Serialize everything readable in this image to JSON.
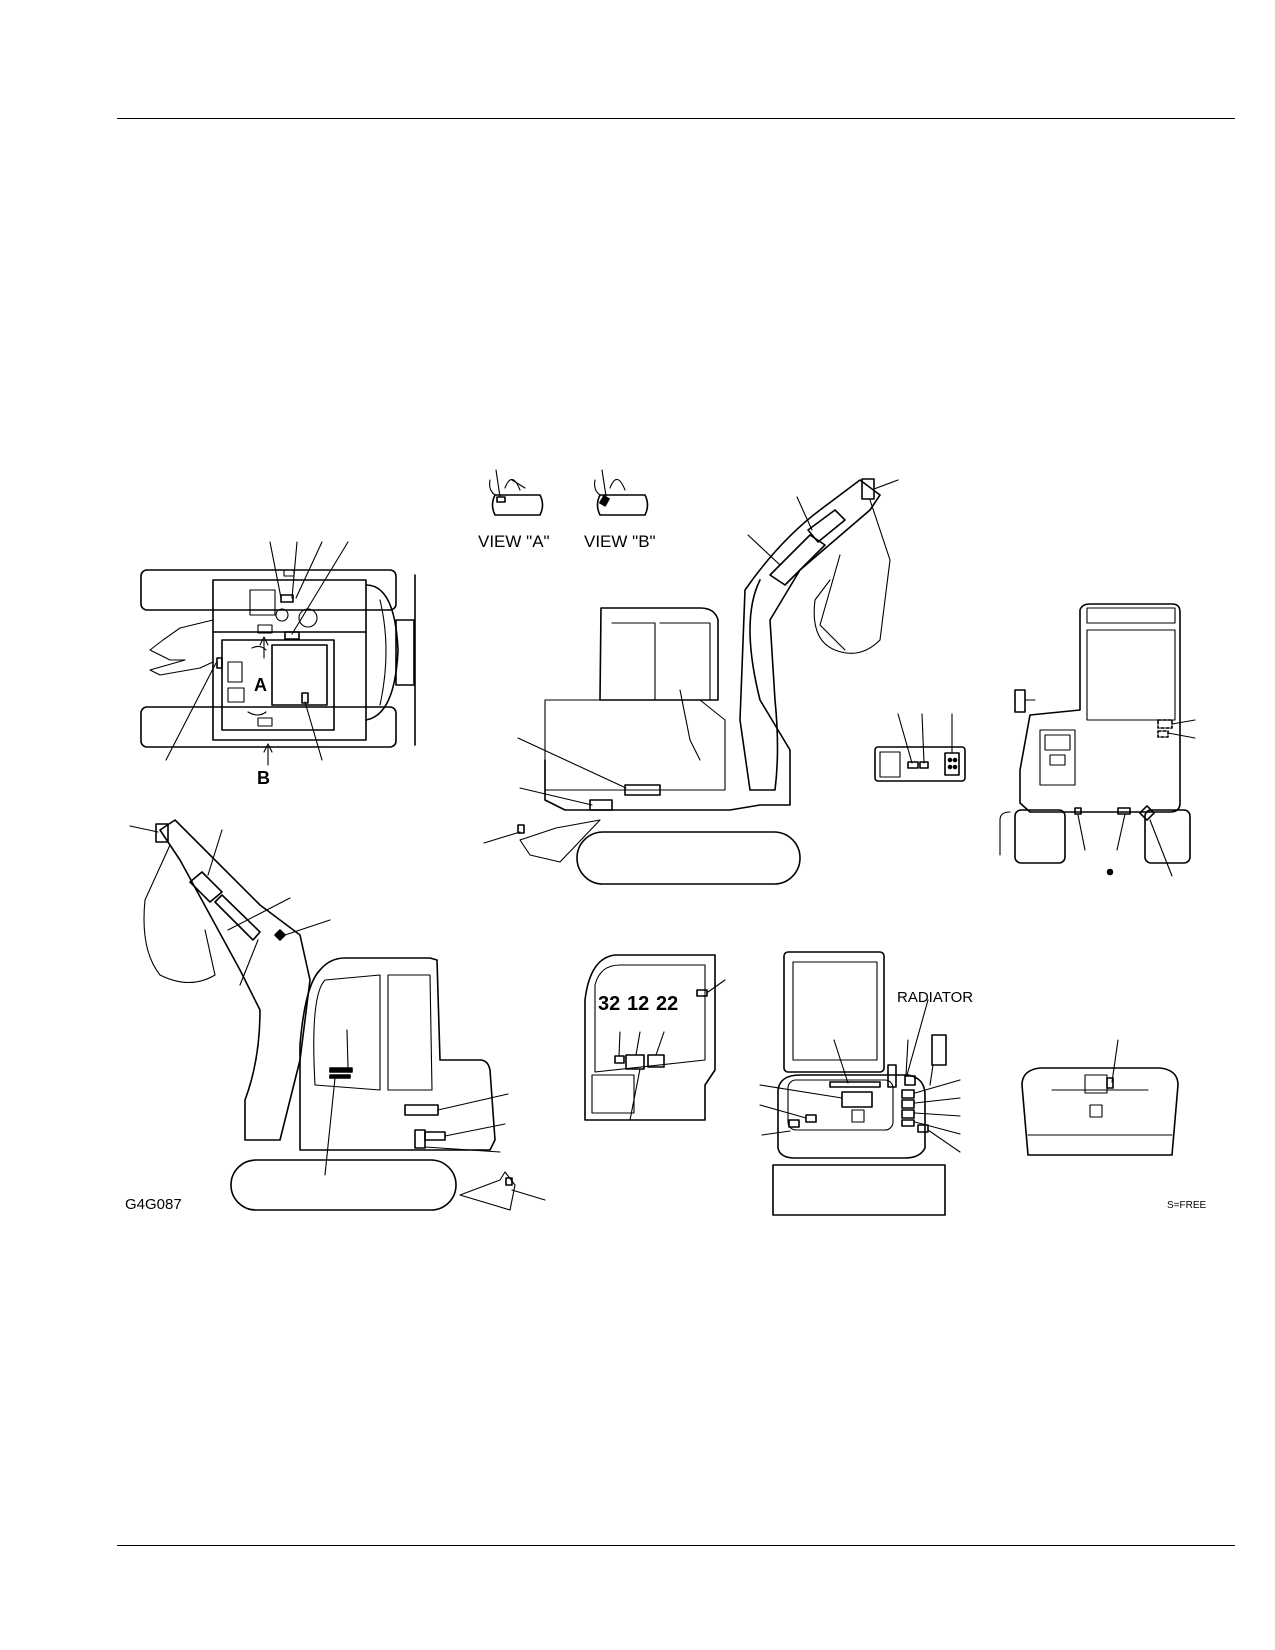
{
  "views": {
    "view_a": "VIEW \"A\"",
    "view_b": "VIEW \"B\""
  },
  "arrows": {
    "a": "A",
    "b": "B"
  },
  "door_numbers": [
    "32",
    "12",
    "22"
  ],
  "labels": {
    "radiator": "RADIATOR",
    "figure_code": "G4G087",
    "scale_note": "S=FREE"
  }
}
